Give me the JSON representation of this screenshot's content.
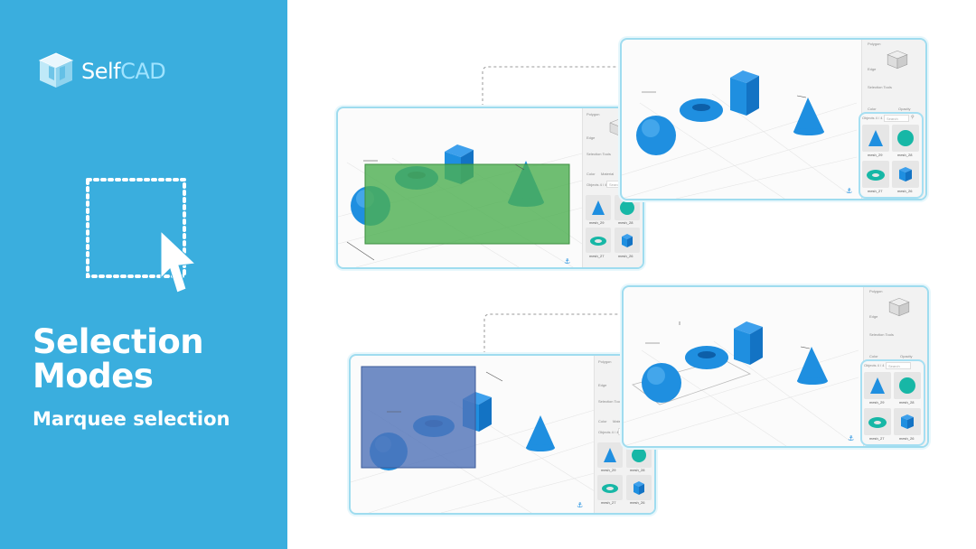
{
  "brand": {
    "name_a": "Self",
    "name_b": "CAD"
  },
  "title_line1": "Selection",
  "title_line2": "Modes",
  "subtitle": "Marquee selection",
  "colors": {
    "panel_blue": "#3aaede",
    "shape_blue": "#1f8fe0",
    "green_marquee": "#4caf50",
    "blue_marquee": "#4f72b8"
  },
  "ui": {
    "polygon_label": "Polygon",
    "edge_label": "Edge",
    "selection_tools_label": "Selection Tools",
    "color_label": "Color",
    "material_label": "Material",
    "opacity_label": "Opacity",
    "objects_label": "Objects 4 / 4",
    "search_placeholder": "Search",
    "items": [
      "mesh_29",
      "mesh_28",
      "mesh_27",
      "mesh_26"
    ]
  }
}
